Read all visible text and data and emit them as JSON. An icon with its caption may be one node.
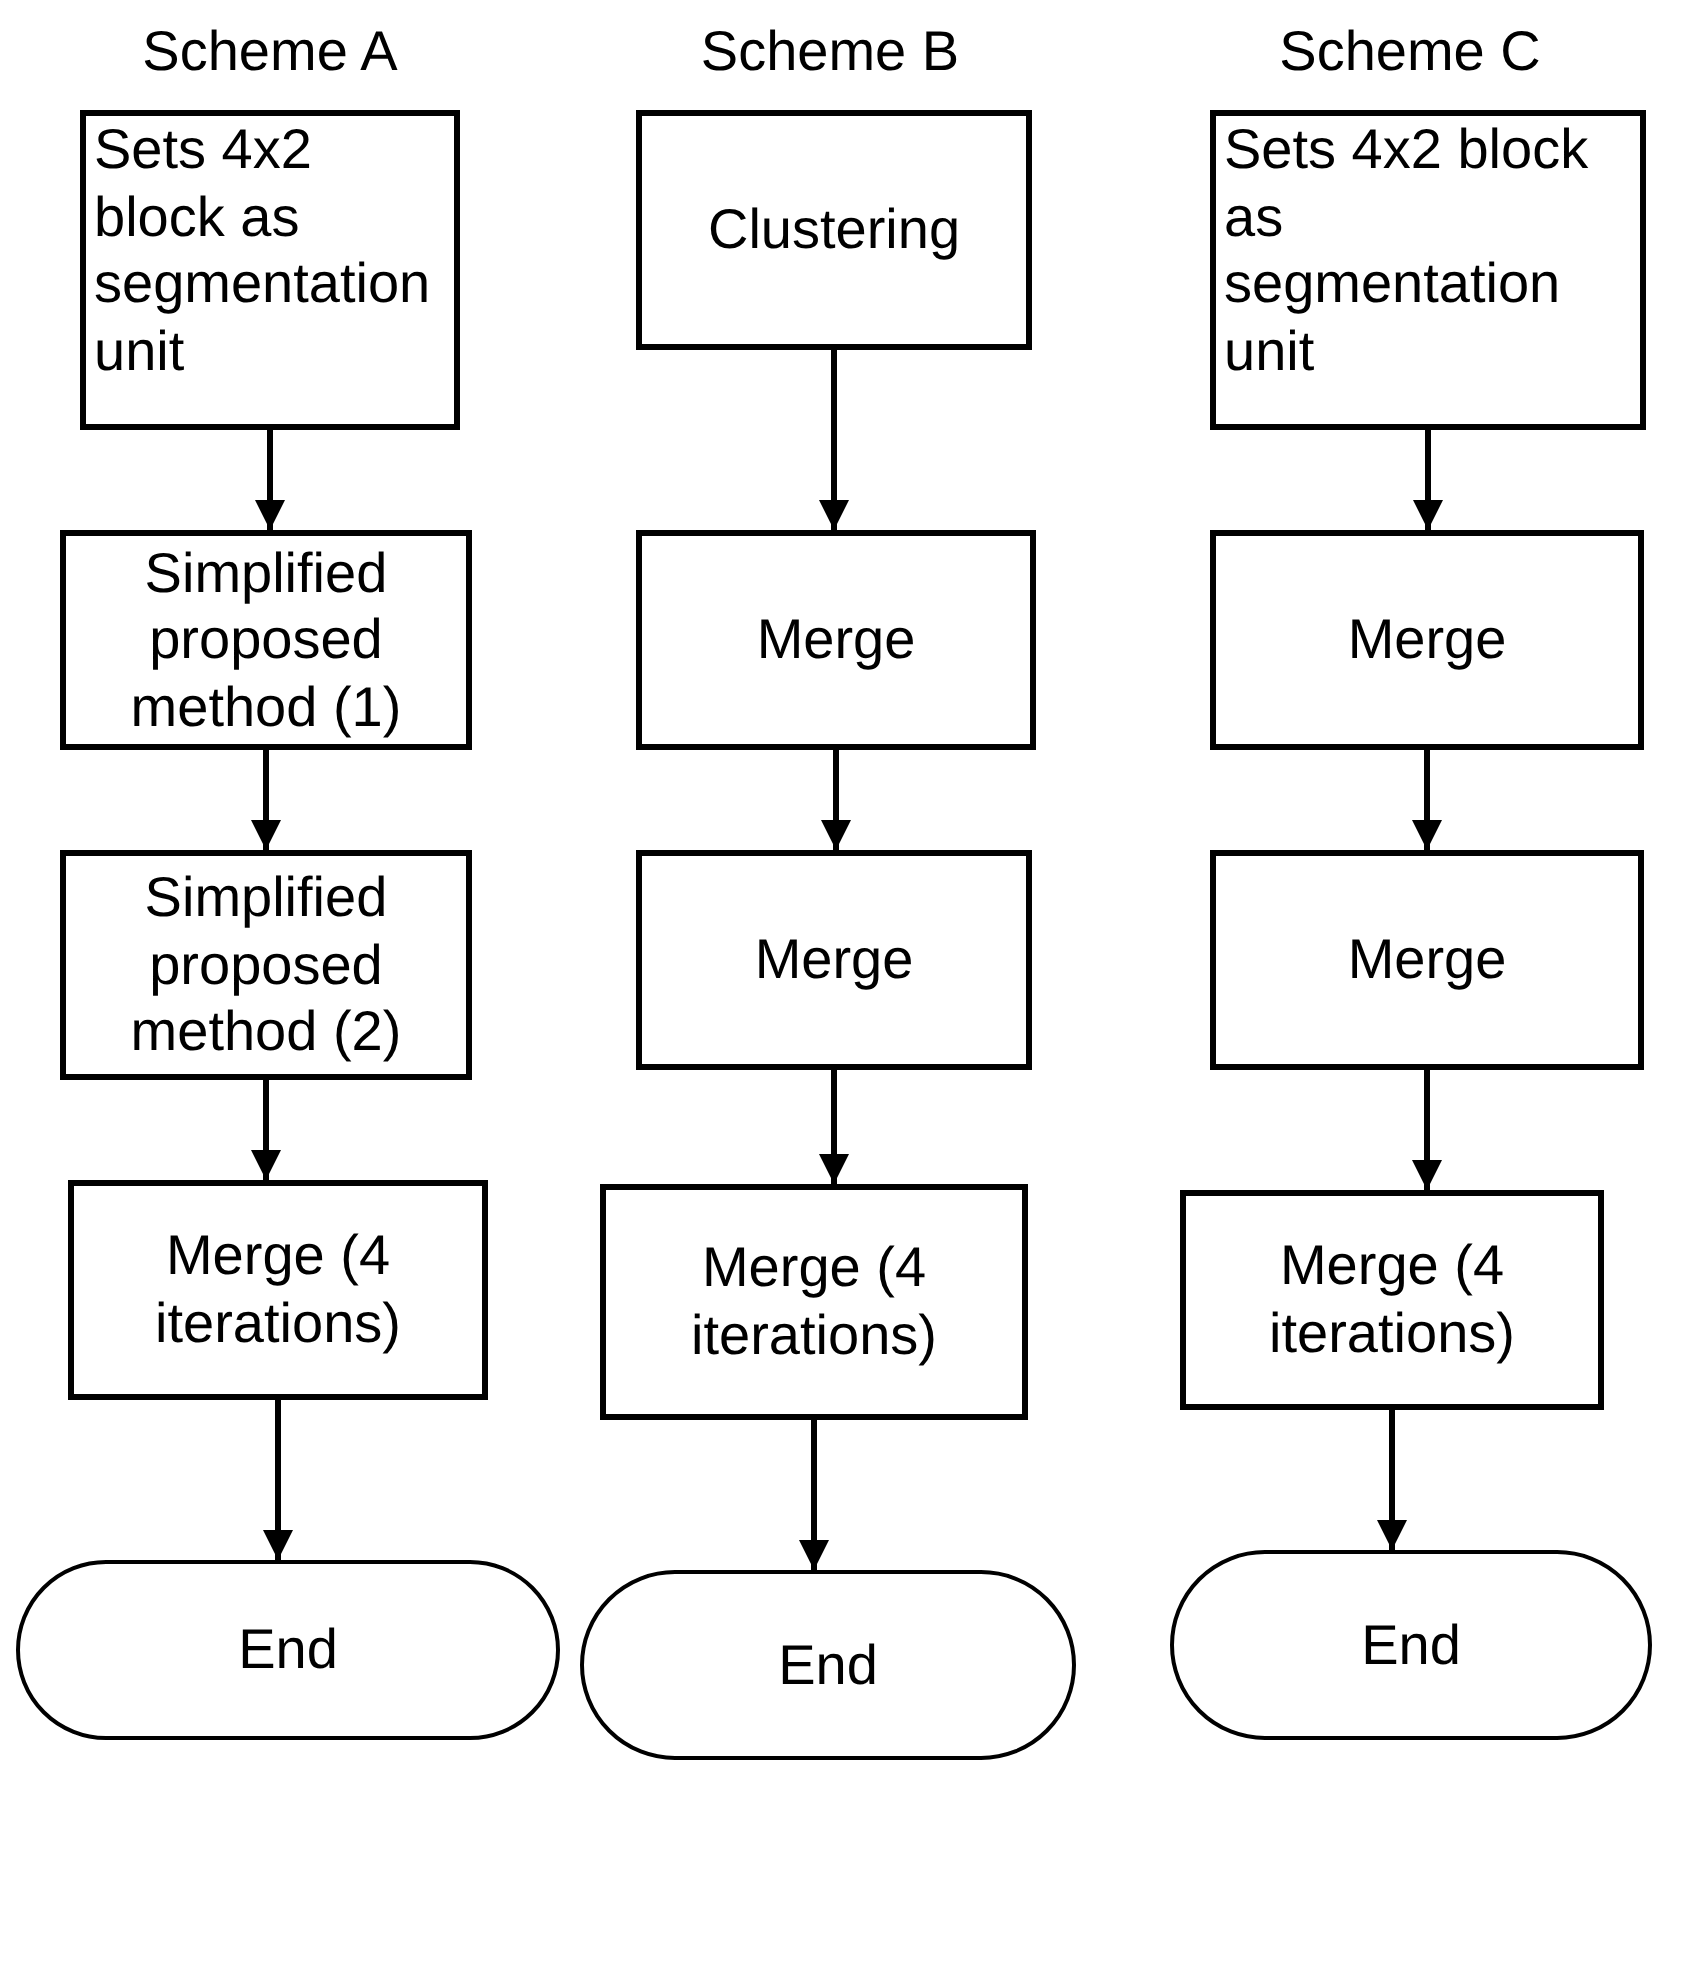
{
  "diagram": {
    "nodes": [
      {
        "text": [
          "Sets 4x2 block as segmentation unit"
        ]
      },
      {
        "text": [
          "Simplified proposed method (1)"
        ]
      },
      {
        "text": [
          "Simplified proposed method (2)"
        ]
      },
      {
        "text": [
          "Merge (4 iterations)"
        ]
      },
      {
        "text": [
          "End"
        ]
      },
      {
        "text": [
          "Clustering"
        ]
      },
      {
        "text": [
          "Merge"
        ]
      },
      {
        "text": [
          "Merge"
        ]
      },
      {
        "text": [
          "Merge (4 iterations)"
        ]
      },
      {
        "text": [
          "End"
        ]
      },
      {
        "text": [
          "Sets 4x2 block as segmentation unit"
        ]
      },
      {
        "text": [
          "Merge"
        ]
      },
      {
        "text": [
          "Merge"
        ]
      },
      {
        "text": [
          "Merge (4 iterations)"
        ]
      },
      {
        "text": [
          "End"
        ]
      }
    ],
    "edges": [
      {
        "from": 0,
        "to": 1,
        "arrow": "to"
      },
      {
        "from": 1,
        "to": 2,
        "arrow": "to"
      },
      {
        "from": 2,
        "to": 3,
        "arrow": "to"
      },
      {
        "from": 3,
        "to": 4,
        "arrow": "to"
      },
      {
        "from": 5,
        "to": 6,
        "arrow": "to"
      },
      {
        "from": 6,
        "to": 7,
        "arrow": "to"
      },
      {
        "from": 7,
        "to": 8,
        "arrow": "to"
      },
      {
        "from": 8,
        "to": 9,
        "arrow": "to"
      },
      {
        "from": 10,
        "to": 11,
        "arrow": "to"
      },
      {
        "from": 11,
        "to": 12,
        "arrow": "to"
      },
      {
        "from": 12,
        "to": 13,
        "arrow": "to"
      },
      {
        "from": 13,
        "to": 14,
        "arrow": "to"
      }
    ],
    "labels": [
      "Scheme A",
      "Scheme B",
      "Scheme C"
    ]
  }
}
